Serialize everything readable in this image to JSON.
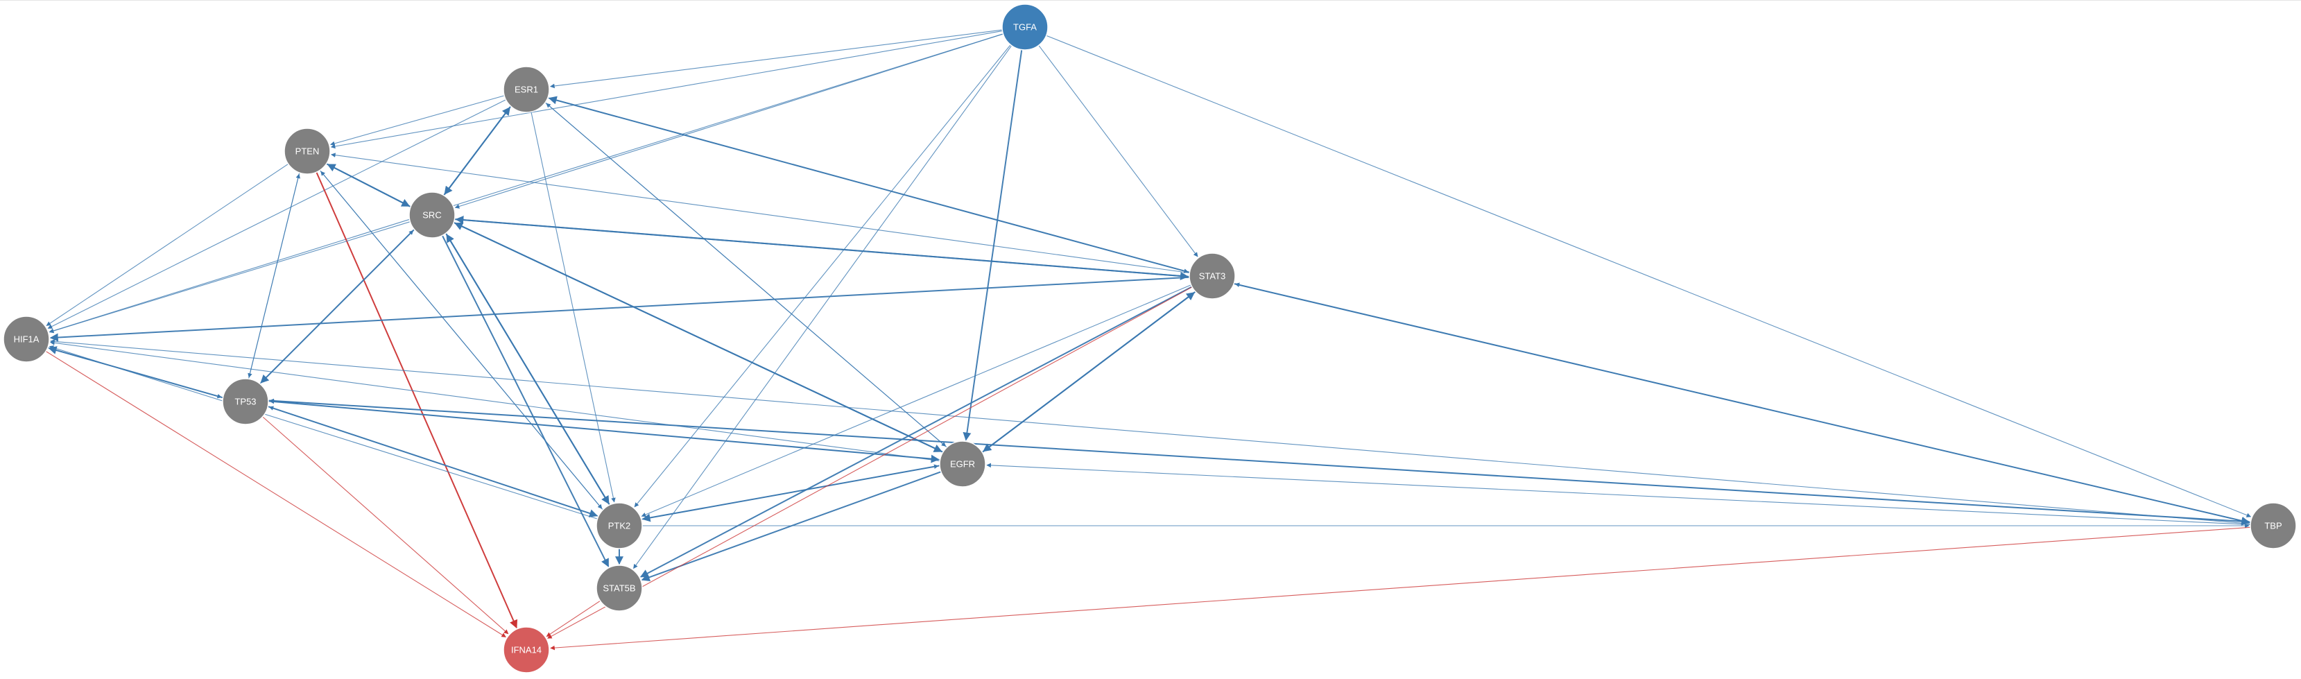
{
  "colors": {
    "node_default": "#808080",
    "node_source": "#3d7fb8",
    "node_target": "#d65c5c",
    "edge_activation": "#3a78b0",
    "edge_inhibition": "#cc3333",
    "node_border": "#ffffff"
  },
  "nodes": [
    {
      "id": "TGFA",
      "label": "TGFA",
      "kind": "source"
    },
    {
      "id": "ESR1",
      "label": "ESR1",
      "kind": "default"
    },
    {
      "id": "PTEN",
      "label": "PTEN",
      "kind": "default"
    },
    {
      "id": "SRC",
      "label": "SRC",
      "kind": "default"
    },
    {
      "id": "STAT3",
      "label": "STAT3",
      "kind": "default"
    },
    {
      "id": "HIF1A",
      "label": "HIF1A",
      "kind": "default"
    },
    {
      "id": "TP53",
      "label": "TP53",
      "kind": "default"
    },
    {
      "id": "EGFR",
      "label": "EGFR",
      "kind": "default"
    },
    {
      "id": "PTK2",
      "label": "PTK2",
      "kind": "default"
    },
    {
      "id": "STAT5B",
      "label": "STAT5B",
      "kind": "default"
    },
    {
      "id": "IFNA14",
      "label": "IFNA14",
      "kind": "target"
    },
    {
      "id": "TBP",
      "label": "TBP",
      "kind": "default"
    }
  ],
  "edges": [
    {
      "from": "TGFA",
      "to": "ESR1",
      "type": "activation"
    },
    {
      "from": "TGFA",
      "to": "PTEN",
      "type": "activation"
    },
    {
      "from": "TGFA",
      "to": "SRC",
      "type": "activation"
    },
    {
      "from": "TGFA",
      "to": "HIF1A",
      "type": "activation"
    },
    {
      "from": "TGFA",
      "to": "STAT3",
      "type": "activation"
    },
    {
      "from": "TGFA",
      "to": "EGFR",
      "type": "activation",
      "weight": "strong"
    },
    {
      "from": "TGFA",
      "to": "PTK2",
      "type": "activation"
    },
    {
      "from": "TGFA",
      "to": "STAT5B",
      "type": "activation"
    },
    {
      "from": "TGFA",
      "to": "TBP",
      "type": "activation"
    },
    {
      "from": "ESR1",
      "to": "PTEN",
      "type": "activation"
    },
    {
      "from": "ESR1",
      "to": "SRC",
      "type": "activation",
      "weight": "strong"
    },
    {
      "from": "SRC",
      "to": "ESR1",
      "type": "activation",
      "weight": "strong"
    },
    {
      "from": "ESR1",
      "to": "HIF1A",
      "type": "activation"
    },
    {
      "from": "ESR1",
      "to": "STAT3",
      "type": "activation"
    },
    {
      "from": "STAT3",
      "to": "ESR1",
      "type": "activation",
      "weight": "strong"
    },
    {
      "from": "ESR1",
      "to": "EGFR",
      "type": "activation"
    },
    {
      "from": "EGFR",
      "to": "ESR1",
      "type": "activation"
    },
    {
      "from": "ESR1",
      "to": "PTK2",
      "type": "activation"
    },
    {
      "from": "PTEN",
      "to": "SRC",
      "type": "activation",
      "weight": "strong"
    },
    {
      "from": "SRC",
      "to": "PTEN",
      "type": "activation",
      "weight": "strong"
    },
    {
      "from": "PTEN",
      "to": "HIF1A",
      "type": "activation"
    },
    {
      "from": "PTEN",
      "to": "TP53",
      "type": "activation"
    },
    {
      "from": "TP53",
      "to": "PTEN",
      "type": "activation"
    },
    {
      "from": "PTEN",
      "to": "PTK2",
      "type": "activation"
    },
    {
      "from": "PTK2",
      "to": "PTEN",
      "type": "activation"
    },
    {
      "from": "PTEN",
      "to": "IFNA14",
      "type": "inhibition",
      "weight": "strong"
    },
    {
      "from": "STAT3",
      "to": "PTEN",
      "type": "activation"
    },
    {
      "from": "SRC",
      "to": "HIF1A",
      "type": "activation"
    },
    {
      "from": "SRC",
      "to": "TP53",
      "type": "activation",
      "weight": "strong"
    },
    {
      "from": "TP53",
      "to": "SRC",
      "type": "activation"
    },
    {
      "from": "SRC",
      "to": "STAT3",
      "type": "activation",
      "weight": "strong"
    },
    {
      "from": "STAT3",
      "to": "SRC",
      "type": "activation",
      "weight": "strong"
    },
    {
      "from": "SRC",
      "to": "EGFR",
      "type": "activation",
      "weight": "strong"
    },
    {
      "from": "EGFR",
      "to": "SRC",
      "type": "activation",
      "weight": "strong"
    },
    {
      "from": "SRC",
      "to": "PTK2",
      "type": "activation",
      "weight": "strong"
    },
    {
      "from": "PTK2",
      "to": "SRC",
      "type": "activation",
      "weight": "strong"
    },
    {
      "from": "SRC",
      "to": "STAT5B",
      "type": "activation",
      "weight": "strong"
    },
    {
      "from": "STAT3",
      "to": "HIF1A",
      "type": "activation",
      "weight": "strong"
    },
    {
      "from": "STAT3",
      "to": "EGFR",
      "type": "activation",
      "weight": "strong"
    },
    {
      "from": "EGFR",
      "to": "STAT3",
      "type": "activation",
      "weight": "strong"
    },
    {
      "from": "STAT3",
      "to": "PTK2",
      "type": "activation"
    },
    {
      "from": "STAT3",
      "to": "STAT5B",
      "type": "activation",
      "weight": "strong"
    },
    {
      "from": "STAT3",
      "to": "TBP",
      "type": "activation",
      "weight": "strong"
    },
    {
      "from": "TBP",
      "to": "STAT3",
      "type": "activation"
    },
    {
      "from": "HIF1A",
      "to": "TP53",
      "type": "activation"
    },
    {
      "from": "TP53",
      "to": "HIF1A",
      "type": "activation",
      "weight": "strong"
    },
    {
      "from": "HIF1A",
      "to": "IFNA14",
      "type": "inhibition"
    },
    {
      "from": "EGFR",
      "to": "HIF1A",
      "type": "activation"
    },
    {
      "from": "PTK2",
      "to": "HIF1A",
      "type": "activation"
    },
    {
      "from": "TBP",
      "to": "HIF1A",
      "type": "activation"
    },
    {
      "from": "TP53",
      "to": "EGFR",
      "type": "activation",
      "weight": "strong"
    },
    {
      "from": "EGFR",
      "to": "TP53",
      "type": "activation"
    },
    {
      "from": "TP53",
      "to": "PTK2",
      "type": "activation",
      "weight": "strong"
    },
    {
      "from": "PTK2",
      "to": "TP53",
      "type": "activation"
    },
    {
      "from": "TP53",
      "to": "TBP",
      "type": "activation",
      "weight": "strong"
    },
    {
      "from": "TBP",
      "to": "TP53",
      "type": "activation"
    },
    {
      "from": "TP53",
      "to": "IFNA14",
      "type": "inhibition"
    },
    {
      "from": "EGFR",
      "to": "PTK2",
      "type": "activation",
      "weight": "strong"
    },
    {
      "from": "PTK2",
      "to": "EGFR",
      "type": "activation"
    },
    {
      "from": "EGFR",
      "to": "STAT5B",
      "type": "activation",
      "weight": "strong"
    },
    {
      "from": "TBP",
      "to": "EGFR",
      "type": "activation"
    },
    {
      "from": "PTK2",
      "to": "STAT5B",
      "type": "activation",
      "weight": "strong"
    },
    {
      "from": "PTK2",
      "to": "TBP",
      "type": "activation"
    },
    {
      "from": "STAT5B",
      "to": "IFNA14",
      "type": "inhibition"
    },
    {
      "from": "STAT3",
      "to": "IFNA14",
      "type": "inhibition"
    },
    {
      "from": "TBP",
      "to": "IFNA14",
      "type": "inhibition"
    }
  ]
}
